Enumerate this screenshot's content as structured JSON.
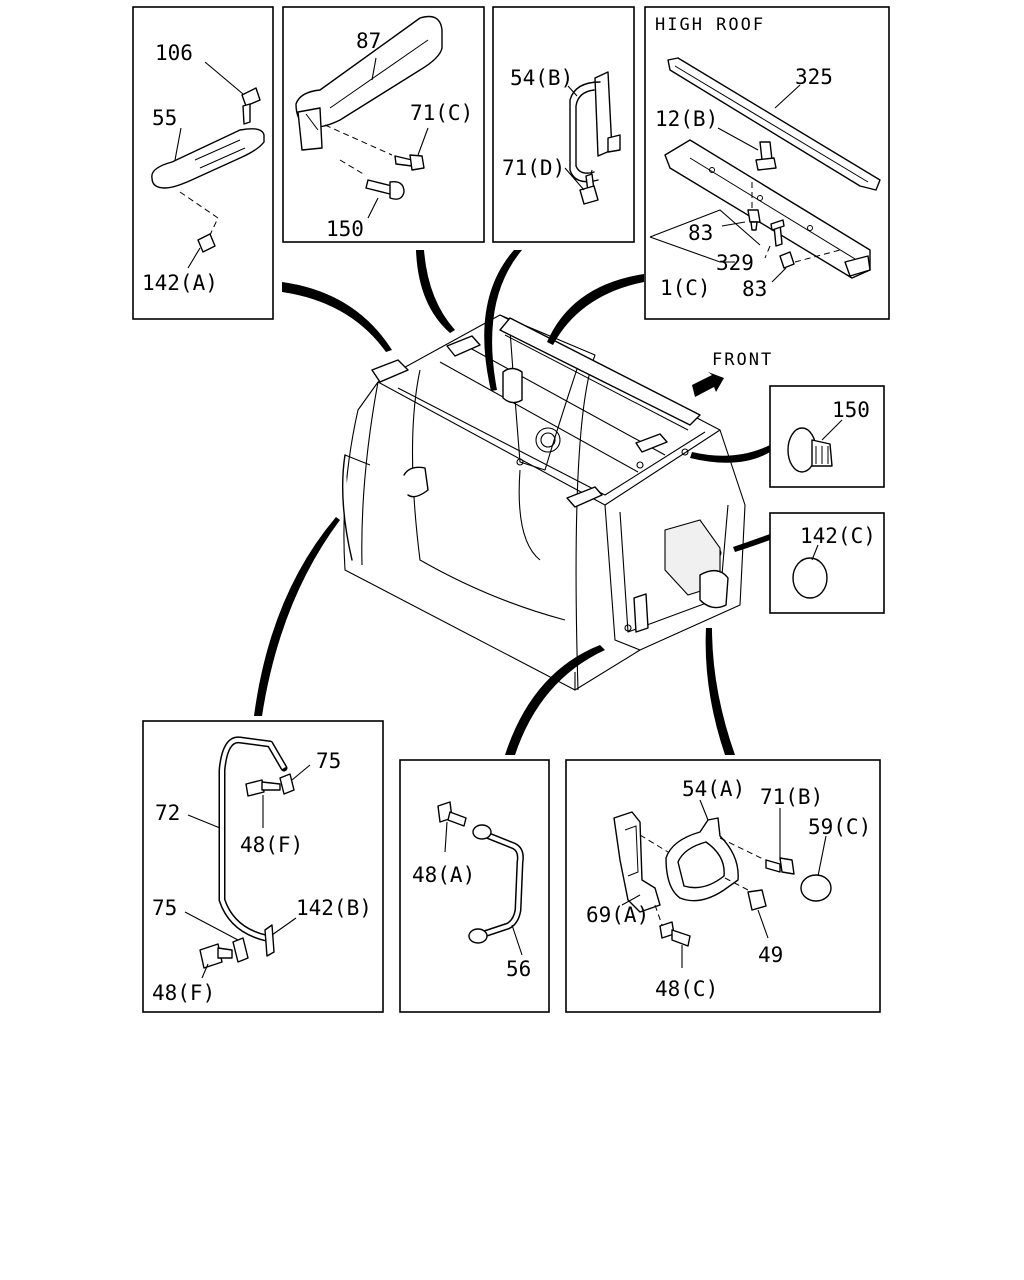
{
  "panels": {
    "grab_handle_small": {
      "callouts": {
        "screw": "106",
        "handle": "55",
        "nut": "142(A)"
      }
    },
    "grab_handle_roof": {
      "callouts": {
        "handle": "87",
        "bolt": "71(C)",
        "clip": "150"
      }
    },
    "grab_handle_pillar": {
      "callouts": {
        "handle": "54(B)",
        "bolt": "71(D)"
      }
    },
    "high_roof": {
      "title": "HIGH ROOF",
      "callouts": {
        "rail": "325",
        "bolt": "12(B)",
        "screw_upper": "83",
        "pin": "329",
        "bracket": "1(C)",
        "screw_lower": "83"
      }
    },
    "front_indicator": {
      "label": "FRONT"
    },
    "clip_detail": {
      "callouts": {
        "clip": "150"
      }
    },
    "plug_detail": {
      "callouts": {
        "plug": "142(C)"
      }
    },
    "assist_rail": {
      "callouts": {
        "washer_top": "75",
        "rail": "72",
        "bolt_top": "48(F)",
        "washer_bottom": "75",
        "plug": "142(B)",
        "bolt_bottom": "48(F)"
      }
    },
    "step_handle": {
      "callouts": {
        "bolt": "48(A)",
        "handle": "56"
      }
    },
    "step_bracket": {
      "callouts": {
        "handle": "54(A)",
        "bolt_top": "71(B)",
        "cap": "59(C)",
        "bracket": "69(A)",
        "nut": "49",
        "bolt_bottom": "48(C)"
      }
    }
  }
}
